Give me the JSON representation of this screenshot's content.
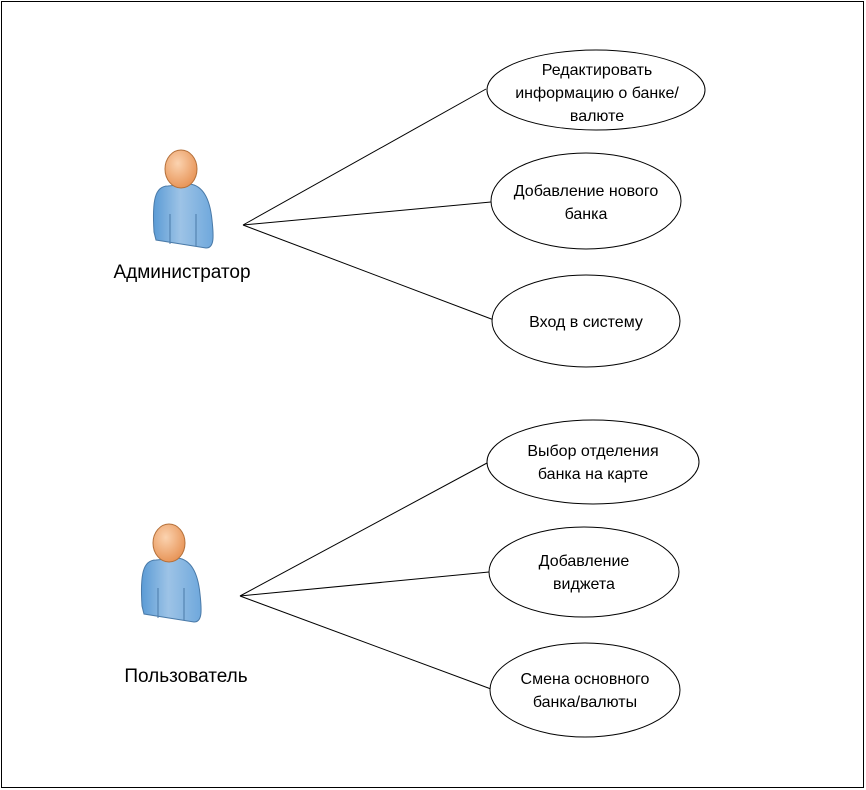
{
  "actors": [
    {
      "name": "Администратор",
      "use_cases": [
        {
          "lines": [
            "Редактировать",
            "информацию о банке/",
            "валюте"
          ]
        },
        {
          "lines": [
            "Добавление нового",
            "банка"
          ]
        },
        {
          "lines": [
            "Вход в систему"
          ]
        }
      ]
    },
    {
      "name": "Пользователь",
      "use_cases": [
        {
          "lines": [
            "Выбор  отделения",
            "банка на карте"
          ]
        },
        {
          "lines": [
            "Добавление",
            "виджета"
          ]
        },
        {
          "lines": [
            "Смена основного",
            "банка/валюты"
          ]
        }
      ]
    }
  ],
  "colors": {
    "actor_head": "#f4b183",
    "actor_head_stroke": "#b4703a",
    "actor_body": "#9dc3e6",
    "actor_body_dark": "#5b9bd5",
    "line": "#000000"
  }
}
